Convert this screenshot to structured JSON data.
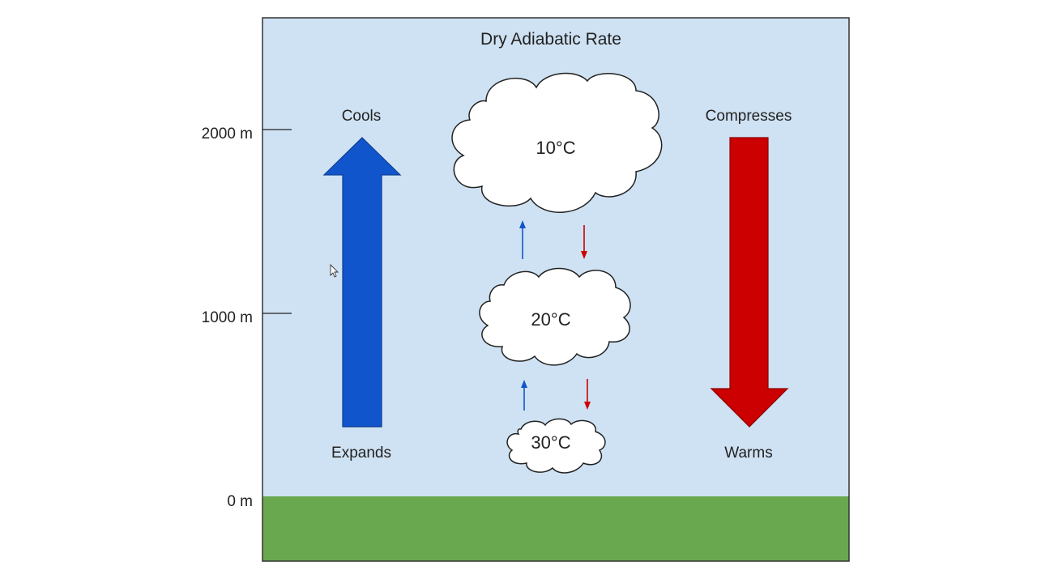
{
  "diagram": {
    "title": "Dry Adiabatic Rate",
    "altitudes": [
      "2000 m",
      "1000 m",
      "0 m"
    ],
    "rising_side": {
      "top_label": "Cools",
      "bottom_label": "Expands"
    },
    "sinking_side": {
      "top_label": "Compresses",
      "bottom_label": "Warms"
    },
    "clouds": [
      {
        "temperature": "10°C"
      },
      {
        "temperature": "20°C"
      },
      {
        "temperature": "30°C"
      }
    ]
  },
  "colors": {
    "sky": "#cfe2f3",
    "ground": "#6aa84f",
    "rising": "#1155cc",
    "sinking": "#cc0000",
    "cloud_fill": "#ffffff",
    "outline": "#222222"
  }
}
